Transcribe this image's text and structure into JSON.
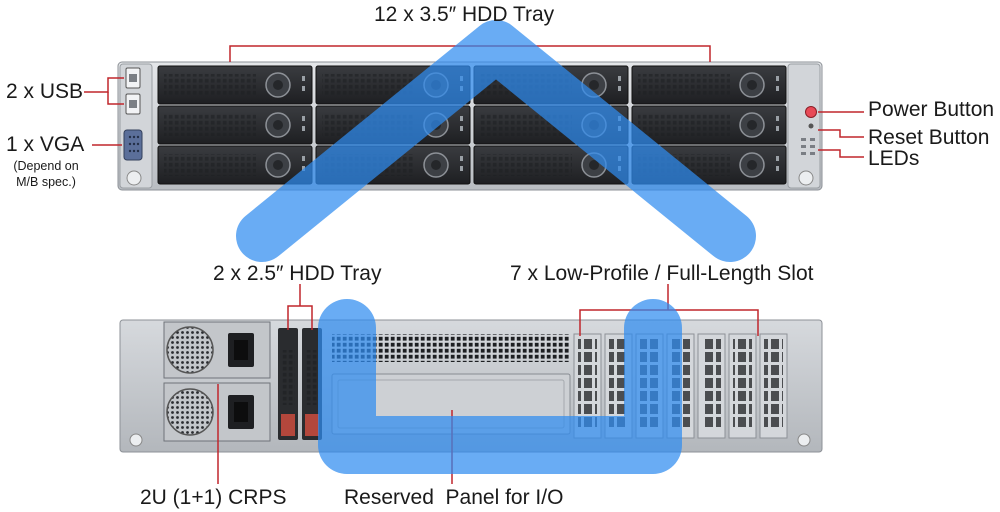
{
  "labels": {
    "front_hdd_tray": "12 x 3.5″ HDD Tray",
    "usb": "2 x USB",
    "vga": "1 x VGA",
    "vga_note_1": "(Depend on",
    "vga_note_2": "M/B spec.)",
    "power_button": "Power Button",
    "reset_button": "Reset Button",
    "leds": "LEDs",
    "rear_hdd_tray": "2 x 2.5″ HDD Tray",
    "slots": "7 x Low-Profile / Full-Length Slot",
    "psu": "2U (1+1) CRPS",
    "io_panel": "Reserved  Panel for I/O"
  },
  "colors": {
    "callout_line": "#c0262c",
    "highlight_overlay": "#2f8cf0",
    "chassis": "#c9ccd0",
    "drive_tray": "#2b2d30"
  },
  "icons": {
    "power": "power-button-icon",
    "reset": "reset-button-icon"
  }
}
